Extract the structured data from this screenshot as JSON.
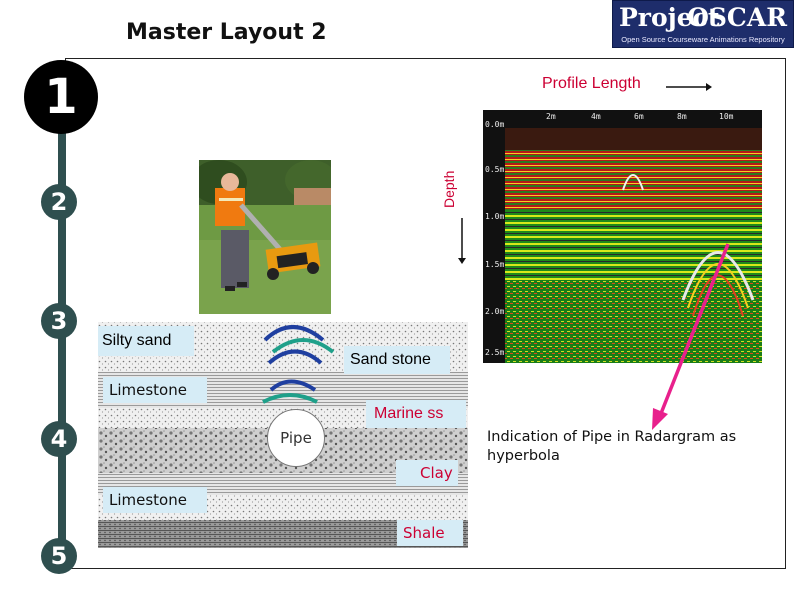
{
  "header": {
    "title": "Master Layout 2",
    "logo": {
      "word1": "Project",
      "word2": "OSCAR",
      "tagline": "Open Source Courseware Animations Repository"
    }
  },
  "steps": [
    "1",
    "2",
    "3",
    "4",
    "5"
  ],
  "labels": {
    "profile_length": "Profile Length",
    "depth": "Depth"
  },
  "radargram": {
    "depth_ticks": [
      "0.0m",
      "0.5m",
      "1.0m",
      "1.5m",
      "2.0m",
      "2.5m"
    ],
    "distance_ticks": [
      "2m",
      "4m",
      "6m",
      "8m",
      "10m"
    ]
  },
  "layers": {
    "silty_sand": "Silty sand",
    "sand_stone": "Sand stone",
    "limestone_top": "Limestone",
    "marine_ss": "Marine ss",
    "pipe": "Pipe",
    "clay": "Clay",
    "limestone_bottom": "Limestone",
    "shale": "Shale"
  },
  "annotation": "Indication of Pipe in Radargram as hyperbola",
  "colors": {
    "accent_red": "#cc0033",
    "rail": "#2f4f4f",
    "label_bg": "#d6ecf6",
    "arrow_pink": "#e8208c",
    "wave_blue": "#1f3fa0",
    "wave_teal": "#1fa08a"
  }
}
